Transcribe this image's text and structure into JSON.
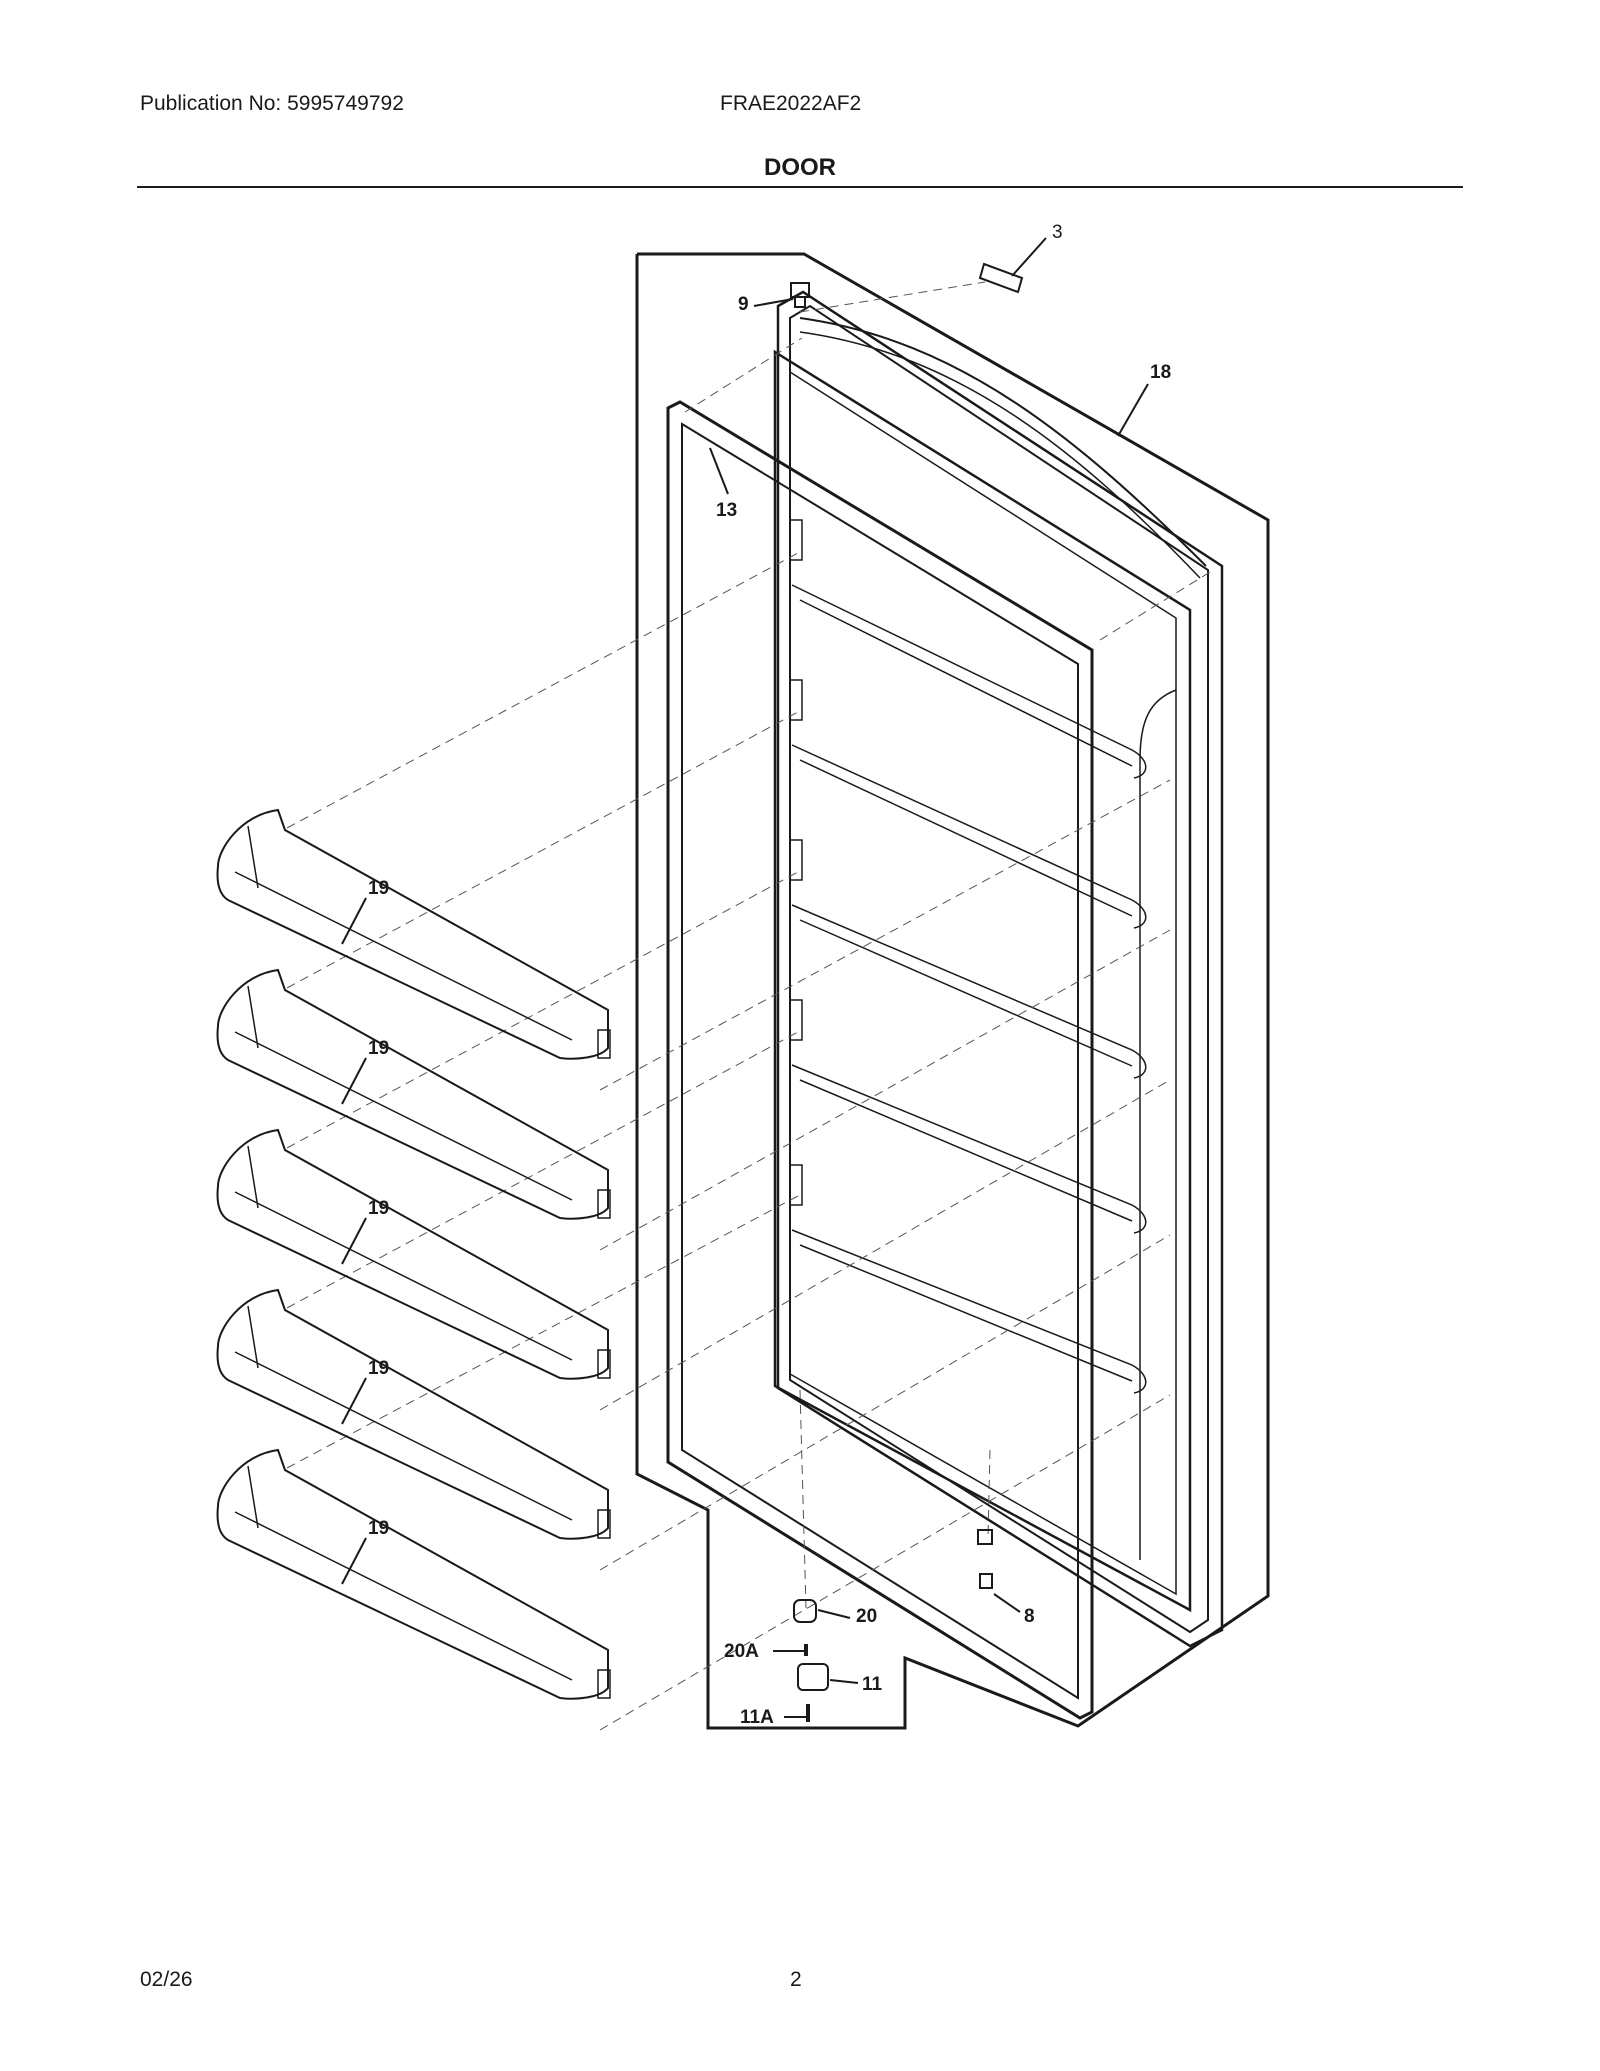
{
  "header": {
    "publication": "Publication No: 5995749792",
    "model": "FRAE2022AF2",
    "section": "DOOR"
  },
  "footer": {
    "date": "02/26",
    "page": "2"
  },
  "callouts": {
    "door_assembly": "18",
    "gasket": "13",
    "label_plate": "3",
    "hinge_pin_top": "9",
    "door_stop": "8",
    "hinge_bushing": "20",
    "hinge_bushing_screw": "20A",
    "bottom_hinge": "11",
    "bottom_hinge_screw": "11A",
    "shelf_1": "19",
    "shelf_2": "19",
    "shelf_3": "19",
    "shelf_4": "19",
    "shelf_5": "19"
  }
}
